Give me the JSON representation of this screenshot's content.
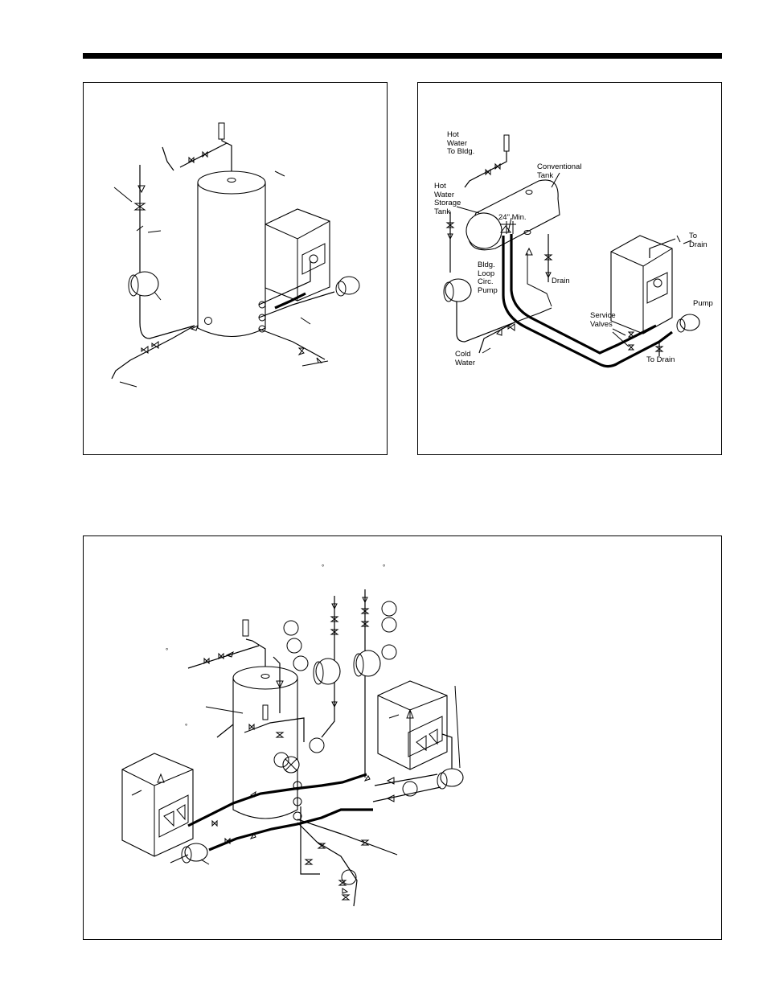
{
  "panel_2": {
    "labels": {
      "hot_water_to_bldg": "Hot\nWater\nTo Bldg.",
      "conventional_tank": "Conventional\nTank",
      "hot_water_storage_tank": "Hot\nWater\nStorage\nTank",
      "min_24": "24\" Min.",
      "to_drain_top": "To\nDrain",
      "drain": "Drain",
      "bldg_loop_circ_pump": "Bldg.\nLoop\nCirc.\nPump",
      "pump": "Pump",
      "service_valves": "Service\nValves",
      "cold_water": "Cold\nWater",
      "to_drain_bottom": "To Drain"
    }
  },
  "panel_3": {
    "markers": [
      "°",
      "°",
      "°",
      "°"
    ]
  }
}
